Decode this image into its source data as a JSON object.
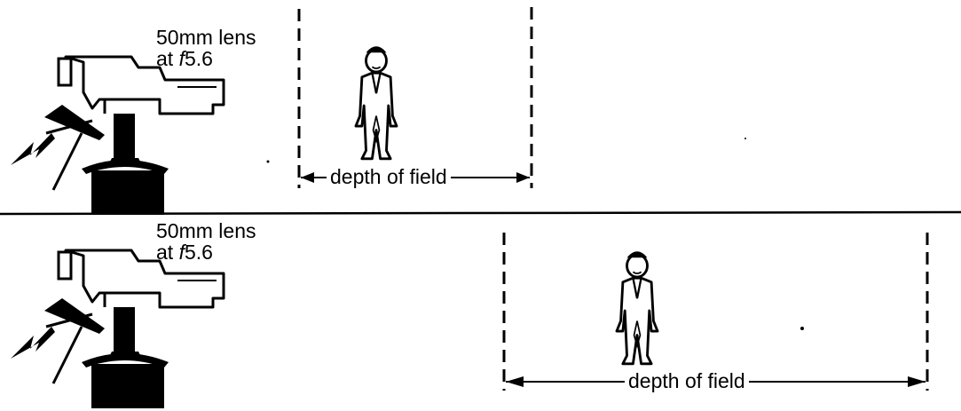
{
  "panels": [
    {
      "lens_line1": "50mm lens",
      "lens_line2_prefix": "at ",
      "lens_line2_f": "f",
      "lens_line2_value": "5.6",
      "depth_label": "depth of field"
    },
    {
      "lens_line1": "50mm lens",
      "lens_line2_prefix": "at ",
      "lens_line2_f": "f",
      "lens_line2_value": "5.6",
      "depth_label": "depth of field"
    }
  ]
}
